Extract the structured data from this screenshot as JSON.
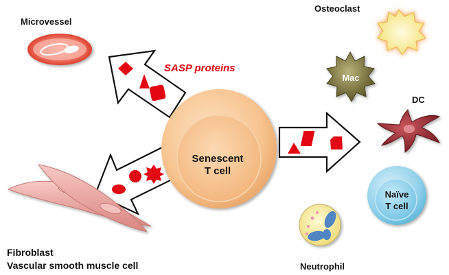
{
  "labels": {
    "microvessel": "Microvessel",
    "osteoclast": "Osteoclast",
    "mac": "Mac",
    "dc": "DC",
    "sasp": "SASP proteins",
    "senescent_line1": "Senescent",
    "senescent_line2": "T cell",
    "naive_line1": "Naïve",
    "naive_line2": "T cell",
    "neutrophil": "Neutrophil",
    "fibroblast_line1": "Fibroblast",
    "fibroblast_line2": "Vascular smooth muscle cell"
  },
  "colors": {
    "sasp_red": "#e30613",
    "senescent_cell": "#f7c38e",
    "naive_cell": "#7fcbe6",
    "osteoclast": "#fdf2a8",
    "macrophage": "#7a7440",
    "dc": "#a3323a",
    "microvessel": "#e7483d",
    "fibroblast": "#f0a9a6",
    "neutrophil_body": "#f7efa2",
    "neutrophil_nucleus": "#4f85c3"
  }
}
